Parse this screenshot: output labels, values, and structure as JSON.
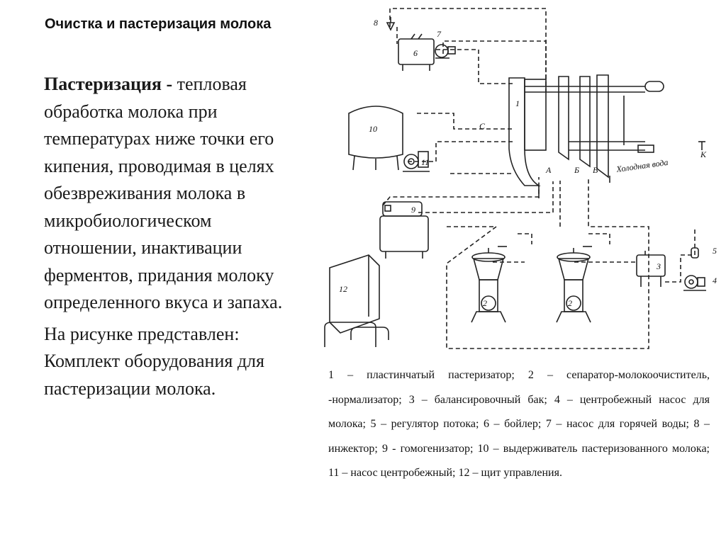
{
  "title": "Очистка и пастеризация молока",
  "definition": {
    "term": "Пастеризация -",
    "text": " тепловая обработка молока при температурах ниже точки его кипения, проводимая в целях обезвреживания молока в микробиологическом отношении, инактивации ферментов, придания молоку определенного вкуса и запаха."
  },
  "note": "На рисунке представлен: Комплект оборудования для пастеризации молока.",
  "caption": "1 – пластинчатый пастеризатор; 2 – сепаратор-молокоочиститель, -нормализатор; 3 – балансировочный бак; 4 – центробежный насос для молока; 5 – регулятор потока; 6 – бойлер; 7 – насос для горячей воды; 8 – инжектор; 9 - гомогенизатор; 10 – выдерживатель пастеризованного молока; 11 – насос центробежный; 12 – щит управления.",
  "diagram": {
    "labels": {
      "n1": "1",
      "n2a": "2",
      "n2b": "2",
      "n3": "3",
      "n4": "4",
      "n5": "5",
      "n6": "6",
      "n7": "7",
      "n8": "8",
      "n9": "9",
      "n10": "10",
      "n11": "11",
      "n12": "12",
      "A": "А",
      "B": "Б",
      "V": "В",
      "C": "С",
      "K": "К",
      "cold_water": "Холодная вода"
    }
  }
}
